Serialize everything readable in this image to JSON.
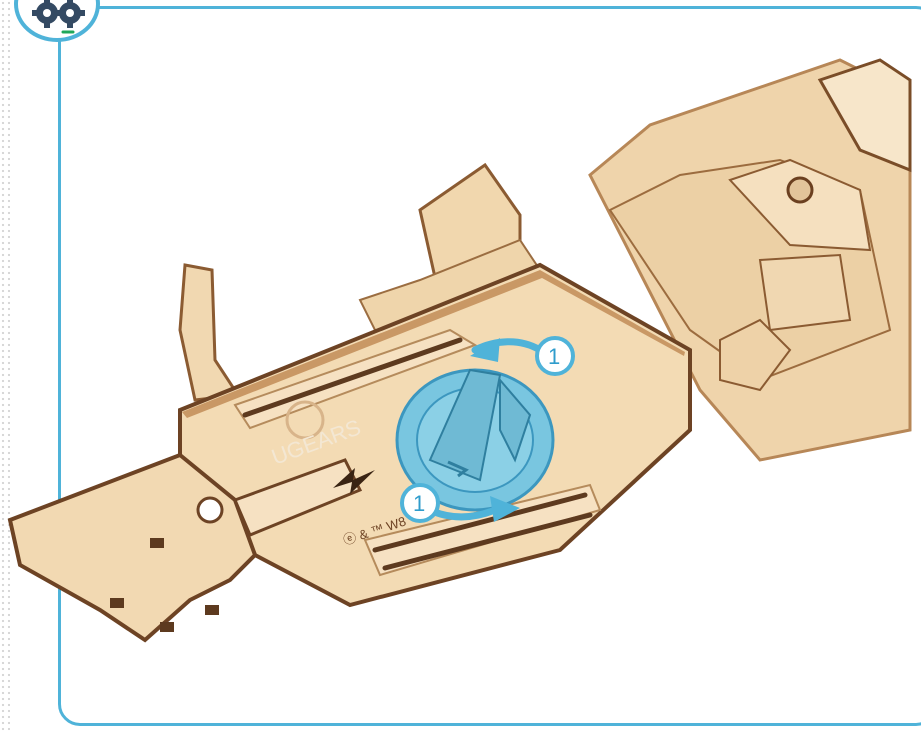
{
  "colors": {
    "accent": "#4fb3d9",
    "wood": "#f1d8b1",
    "wood_edge": "#c79764",
    "wood_dark": "#5f3a1f",
    "turntable": "#79c6e0"
  },
  "badge": {
    "icon": "gears-icon"
  },
  "callouts": [
    {
      "number": "1"
    },
    {
      "number": "1"
    }
  ],
  "logo": {
    "text": "UGEARS"
  },
  "engraving": {
    "text": "ⓔ & ™ W8"
  }
}
